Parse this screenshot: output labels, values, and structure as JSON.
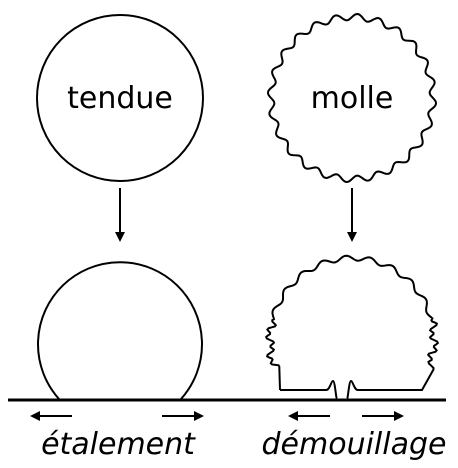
{
  "labels": {
    "tense": "tendue",
    "soft": "molle",
    "spreading": "étalement",
    "dewetting": "démouillage"
  },
  "colors": {
    "ink": "#000000",
    "background": "#ffffff"
  }
}
